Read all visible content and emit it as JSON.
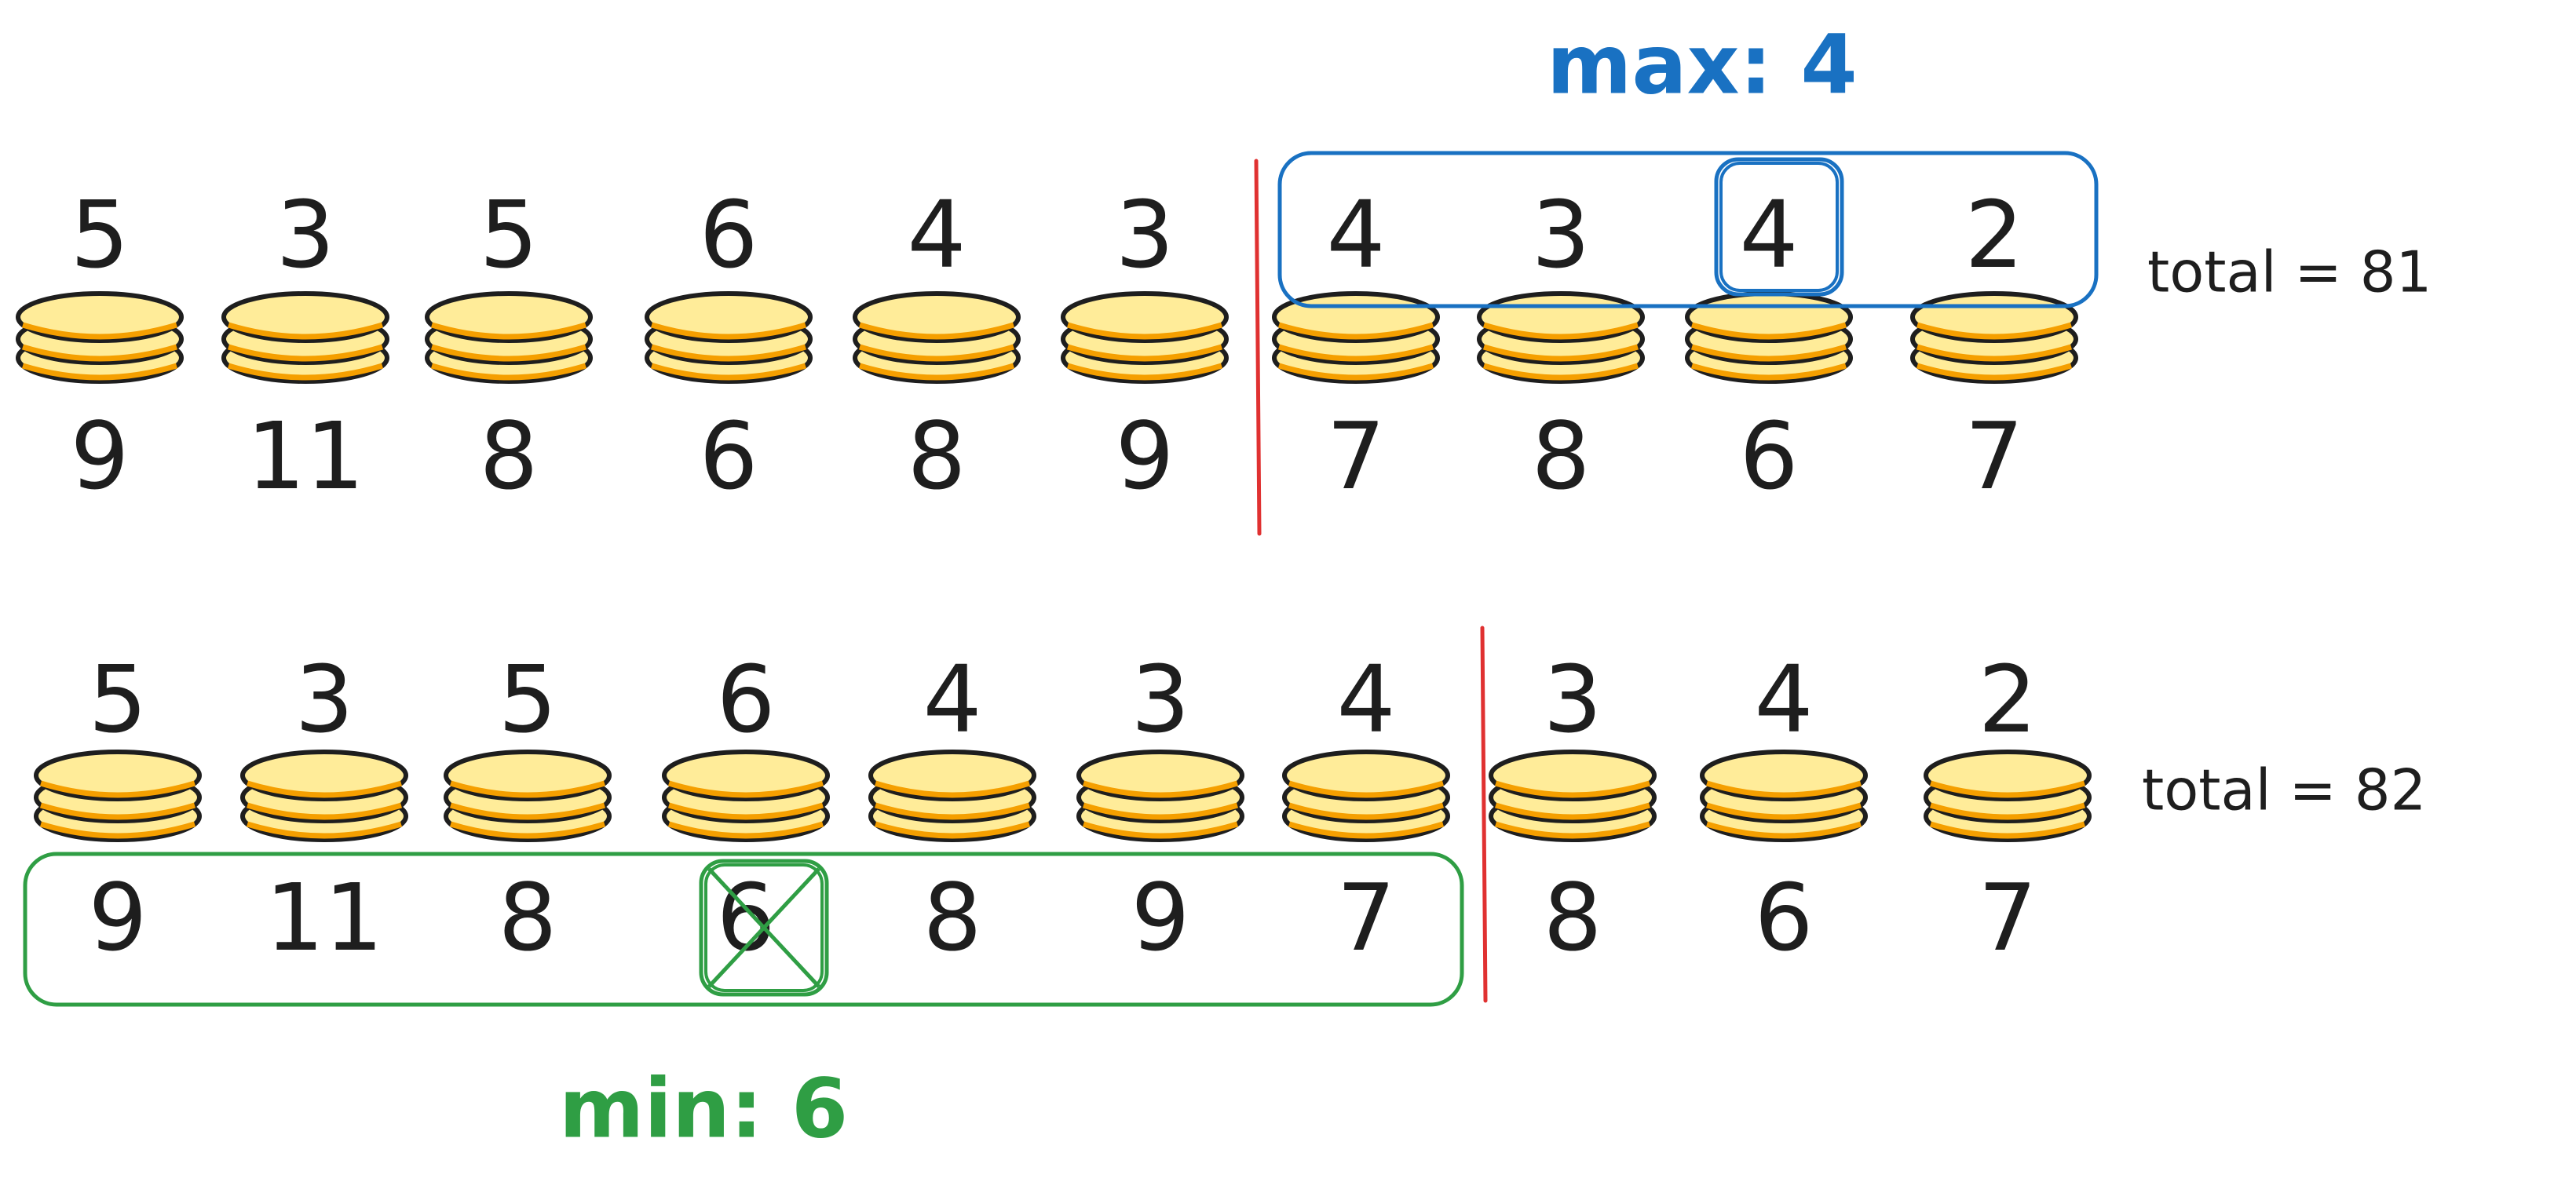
{
  "colors": {
    "ink": "#1e1e1e",
    "coin_face": "#ffec99",
    "coin_edge": "#f59f00",
    "divider": "#e03131",
    "max_box": "#1971c2",
    "min_box": "#2f9e44"
  },
  "rows": [
    {
      "top_values": [
        "5",
        "3",
        "5",
        "6",
        "4",
        "3",
        "4",
        "3",
        "4",
        "2"
      ],
      "bottom_values": [
        "9",
        "11",
        "8",
        "6",
        "8",
        "9",
        "7",
        "8",
        "6",
        "7"
      ],
      "split_after": 6,
      "total_label": "total = 81",
      "highlight": {
        "kind": "max",
        "label": "max: 4",
        "box_side": "right",
        "picked_index": 8
      }
    },
    {
      "top_values": [
        "5",
        "3",
        "5",
        "6",
        "4",
        "3",
        "4",
        "3",
        "4",
        "2"
      ],
      "bottom_values": [
        "9",
        "11",
        "8",
        "6",
        "8",
        "9",
        "7",
        "8",
        "6",
        "7"
      ],
      "split_after": 7,
      "total_label": "total = 82",
      "highlight": {
        "kind": "min",
        "label": "min: 6",
        "box_side": "left",
        "picked_index": 3,
        "picked_crossed": true
      }
    }
  ]
}
